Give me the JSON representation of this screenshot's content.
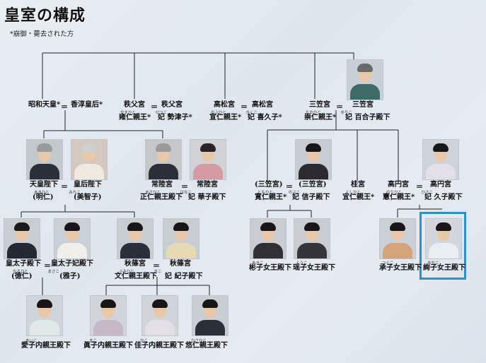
{
  "title": "皇室の構成",
  "note": "*崩御・薨去された方",
  "equal_sign": "＝",
  "people": {
    "showa": "昭和天皇*",
    "kojun": "香淳皇后*",
    "chichibu_l": "秩父宮",
    "chichibu_r": "秩父宮",
    "chichibu_l2": "雍仁親王*",
    "chichibu_r2": "妃 勢津子*",
    "takamatsu_l": "高松宮",
    "takamatsu_r": "高松宮",
    "takamatsu_l2": "宣仁親王*",
    "takamatsu_r2": "妃 喜久子*",
    "mikasa_l": "三笠宮",
    "mikasa_r": "三笠宮",
    "mikasa_l2": "崇仁親王*",
    "mikasa_r2": "妃 百合子殿下",
    "tenno": "天皇陛下",
    "tenno2": "(明仁)",
    "kogo": "皇后陛下",
    "kogo2": "(美智子)",
    "hitachi_l": "常陸宮",
    "hitachi_r": "常陸宮",
    "hitachi_l2": "正仁親王殿下",
    "hitachi_r2": "妃 華子殿下",
    "tomohito_l": "(三笠宮)",
    "tomohito_l2": "寛仁親王*",
    "nobuko_r": "(三笠宮)",
    "nobuko_r2": "妃 信子殿下",
    "katsura_l": "桂宮",
    "katsura_l2": "宜仁親王*",
    "takamado_l": "高円宮",
    "takamado_l2": "憲仁親王*",
    "takamado_r": "高円宮",
    "takamado_r2": "妃 久子殿下",
    "kotaishi": "皇太子殿下",
    "kotaishi2": "(徳仁)",
    "kotaishihi": "皇太子妃殿下",
    "kotaishihi2": "(雅子)",
    "akishino_l": "秋篠宮",
    "akishino_l2": "文仁親王殿下",
    "akishino_r": "秋篠宮",
    "akishino_r2": "妃 紀子殿下",
    "akiko": "彬子女王殿下",
    "yoko": "瑶子女王殿下",
    "tsuguko": "承子女王殿下",
    "ayako": "絢子女王殿下",
    "aiko": "愛子内親王殿下",
    "mako": "眞子内親王殿下",
    "kako": "佳子内親王殿下",
    "hisahito": "悠仁親王殿下"
  },
  "furigana": {
    "chichibu": "やすひと　　　　　せつこ",
    "takamatsu": "のぶひと　　　　　きくこ",
    "mikasa": "たかひと　　　　　ゆりこ",
    "tenno": "あきひと　　　　　みちこ",
    "hitachi": "まさひと　　　　　はなこ",
    "tomohito": "ともひと　　　　のぶこ",
    "katsura": "よしひと",
    "takamado": "のりひと　　　　　ひさこ",
    "kotaishi": "なるひと　　　　　まさこ",
    "akishino": "ふみひと　　　　　きこ",
    "akiko": "あきこ",
    "yoko": "ようこ",
    "tsuguko": "つぐこ",
    "ayako": "あやこ",
    "aiko": "あいこ",
    "mako": "まこ",
    "kako": "かこ",
    "hisahito": "ひさひと"
  },
  "colors": {
    "highlight": "#2f8fc9",
    "line": "#222222"
  },
  "photos": [
    {
      "id": "yuriko",
      "bg": "#c7d0d6",
      "hair": "#6a6a6a",
      "body": "#3f6a6a"
    },
    {
      "id": "akihito",
      "bg": "#c2c8cc",
      "hair": "#9a9a9a",
      "body": "#2a2f3a"
    },
    {
      "id": "michiko",
      "bg": "#d4c8c0",
      "hair": "#cfcfcf",
      "body": "#efe9e2"
    },
    {
      "id": "masahito",
      "bg": "#c6c7c9",
      "hair": "#9a9a9a",
      "body": "#2a2f3a"
    },
    {
      "id": "hanako",
      "bg": "#d0d2d6",
      "hair": "#2a2226",
      "body": "#d59aa2"
    },
    {
      "id": "nobuko",
      "bg": "#c7ccd2",
      "hair": "#1a1618",
      "body": "#2c2c30"
    },
    {
      "id": "hisako",
      "bg": "#cdd3d9",
      "hair": "#1a1618",
      "body": "#e2e0e6"
    },
    {
      "id": "naruhito",
      "bg": "#c9ced3",
      "hair": "#1e1a1a",
      "body": "#232833"
    },
    {
      "id": "masako",
      "bg": "#cbd0d6",
      "hair": "#1a1618",
      "body": "#f1efec"
    },
    {
      "id": "fumihito",
      "bg": "#c8cdd2",
      "hair": "#1a1618",
      "body": "#2a2f3a"
    },
    {
      "id": "kiko",
      "bg": "#c8cdd2",
      "hair": "#1a1618",
      "body": "#e7d9b3"
    },
    {
      "id": "akiko",
      "bg": "#c9ccd0",
      "hair": "#1a1618",
      "body": "#2f2f34"
    },
    {
      "id": "yoko",
      "bg": "#c9ccd0",
      "hair": "#1a1618",
      "body": "#34343a"
    },
    {
      "id": "tsuguko",
      "bg": "#cbd0d6",
      "hair": "#1a1618",
      "body": "#d6a47a"
    },
    {
      "id": "ayako",
      "bg": "#d3d7dd",
      "hair": "#1a1618",
      "body": "#e9eef3"
    },
    {
      "id": "aiko",
      "bg": "#d0d5db",
      "hair": "#1a1618",
      "body": "#dfe9e7"
    },
    {
      "id": "mako",
      "bg": "#d1d5da",
      "hair": "#1a1618",
      "body": "#c6b8c4"
    },
    {
      "id": "kako",
      "bg": "#d1d5da",
      "hair": "#1a1618",
      "body": "#e2e0e6"
    },
    {
      "id": "hisahito",
      "bg": "#c9ced3",
      "hair": "#1a1618",
      "body": "#2a2f3a"
    }
  ]
}
